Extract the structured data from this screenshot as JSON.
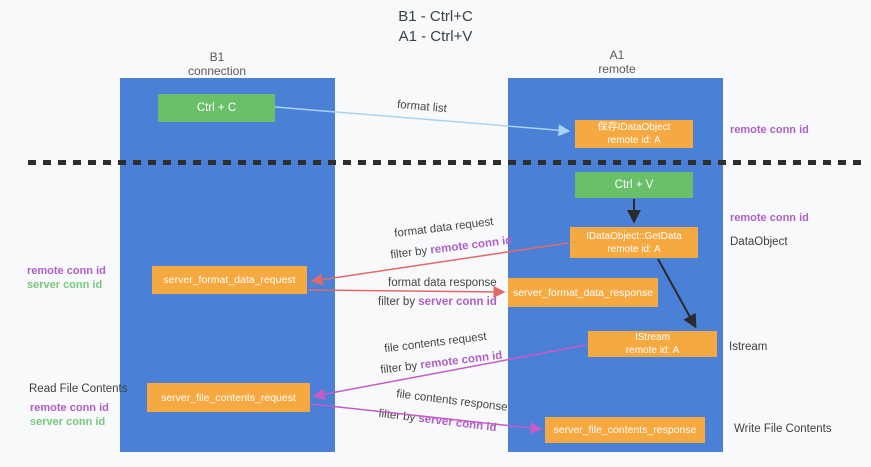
{
  "title": {
    "line1": "B1 - Ctrl+C",
    "line2": "A1 - Ctrl+V"
  },
  "lanes": {
    "left": {
      "title": "B1",
      "subtitle": "connection"
    },
    "right": {
      "title": "A1",
      "subtitle": "remote"
    }
  },
  "nodes": {
    "ctrl_c": {
      "label": "Ctrl + C"
    },
    "ctrl_v": {
      "label": "Ctrl + V"
    },
    "save_idataobject": {
      "line1": "保存IDataObject",
      "line2": "remote id: A"
    },
    "idataobject_getdata": {
      "line1": "IDataObject::GetData",
      "line2": "remote id: A"
    },
    "istream": {
      "line1": "IStream",
      "line2": "remote id: A"
    },
    "server_format_data_request": {
      "label": "server_format_data_request"
    },
    "server_format_data_response": {
      "label": "server_format_data_response"
    },
    "server_file_contents_request": {
      "label": "server_file_contents_request"
    },
    "server_file_contents_response": {
      "label": "server_file_contents_response"
    }
  },
  "edge_labels": {
    "format_list": "format list",
    "format_data_request": "format data request",
    "format_data_request_filter_prefix": "filter by ",
    "format_data_request_filter_id": "remote conn id",
    "format_data_response": "format data response",
    "format_data_response_filter_prefix": "filter by ",
    "format_data_response_filter_id": "server conn id",
    "file_contents_request": "file contents request",
    "file_contents_request_filter_prefix": "filter by ",
    "file_contents_request_filter_id": "remote conn id",
    "file_contents_response": "file contents response",
    "file_contents_response_filter_prefix": "filter by ",
    "file_contents_response_filter_id": "server conn id"
  },
  "side_labels": {
    "right_top_remote_conn_id": "remote conn id",
    "right_mid_remote_conn_id": "remote conn id",
    "dataobject": "DataObject",
    "istream": "Istream",
    "write_file_contents": "Write File Contents",
    "left_mid_remote_conn_id": "remote conn id",
    "left_mid_server_conn_id": "server conn id",
    "read_file_contents": "Read File Contents",
    "left_bottom_remote_conn_id": "remote conn id",
    "left_bottom_server_conn_id": "server conn id"
  },
  "colors": {
    "lane_blue": "#4a81d6",
    "node_green": "#6abf69",
    "node_orange": "#f7a941",
    "remote_conn_purple": "#b05fc6",
    "server_conn_green": "#7ac87f",
    "arrow_light_blue": "#a9d3f2",
    "arrow_red": "#e06a6a",
    "arrow_magenta": "#c75bc7",
    "arrow_black": "#2b2b2b",
    "text_dark": "#3f3f3f"
  }
}
